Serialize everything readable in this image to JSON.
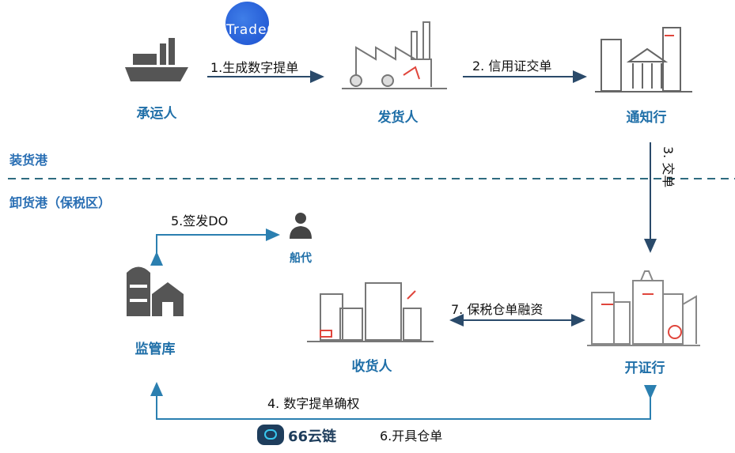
{
  "logos": {
    "tradego": "TradeGO",
    "yunlian": "66云链"
  },
  "ports": {
    "loading": "装货港",
    "unloading": "卸货港（保税区）"
  },
  "nodes": {
    "carrier": "承运人",
    "shipper": "发货人",
    "notify_bank": "通知行",
    "agent": "船代",
    "warehouse": "监管库",
    "consignee": "收货人",
    "issuing_bank": "开证行"
  },
  "steps": {
    "s1": "1.生成数字提单",
    "s2": "2. 信用证交单",
    "s3": "3. 交单",
    "s4": "4. 数字提单确权",
    "s5": "5.签发DO",
    "s6": "6.开具仓单",
    "s7": "7. 保税仓单融资"
  },
  "colors": {
    "flow": "#2b7fb0",
    "label": "#1f6fa8",
    "divider": "#2e6b80",
    "icon": "#5a5a5a",
    "accent": "#e0463c"
  }
}
